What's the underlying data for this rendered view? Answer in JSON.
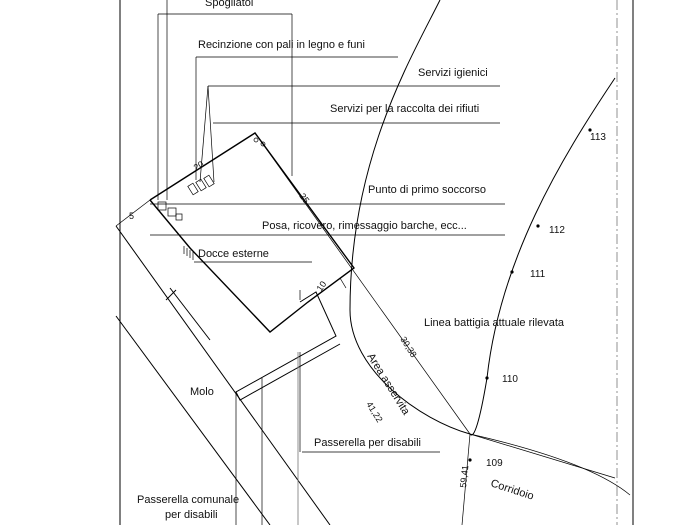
{
  "labels": {
    "spogliatoi": "Spogliatoi",
    "recinzione": "Recinzione con pali in legno e funi",
    "servizi_igienici": "Servizi igienici",
    "servizi_rifiuti": "Servizi per la raccolta dei rifiuti",
    "primo_soccorso": "Punto di primo soccorso",
    "posa_barche": "Posa, ricovero, rimessaggio barche, ecc...",
    "docce": "Docce esterne",
    "linea_battigia": "Linea battigia attuale rilevata",
    "area_asservita": "Area asservita",
    "molo": "Molo",
    "passerella_disabili": "Passerella per disabili",
    "passerella_comunale_1": "Passerella comunale",
    "passerella_comunale_2": "per disabili",
    "corridoio": "Corridoio"
  },
  "dimensions": {
    "d5": "5",
    "d20": "20",
    "d25": "25",
    "d10": "10",
    "d30_38": "30,38",
    "d41_22": "41,22",
    "d59_41": "59,41"
  },
  "points": {
    "p109": "109",
    "p110": "110",
    "p111": "111",
    "p112": "112",
    "p113": "113"
  }
}
